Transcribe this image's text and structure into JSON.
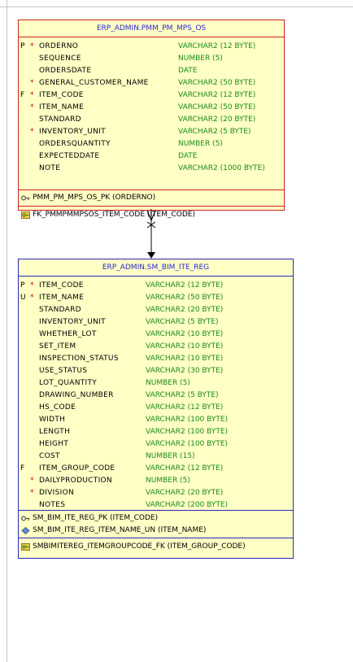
{
  "tables": [
    {
      "title": "ERP_ADMIN.PMM_PM_MPS_OS",
      "columns": [
        {
          "flag": "P",
          "mandatory": "*",
          "name": "ORDERNO",
          "type": "VARCHAR2 (12 BYTE)"
        },
        {
          "flag": "",
          "mandatory": "",
          "name": "SEQUENCE",
          "type": "NUMBER (5)"
        },
        {
          "flag": "",
          "mandatory": "",
          "name": "ORDERSDATE",
          "type": "DATE"
        },
        {
          "flag": "",
          "mandatory": "*",
          "name": "GENERAL_CUSTOMER_NAME",
          "type": "VARCHAR2 (50 BYTE)"
        },
        {
          "flag": "F",
          "mandatory": "*",
          "name": "ITEM_CODE",
          "type": "VARCHAR2 (12 BYTE)"
        },
        {
          "flag": "",
          "mandatory": "*",
          "name": "ITEM_NAME",
          "type": "VARCHAR2 (50 BYTE)"
        },
        {
          "flag": "",
          "mandatory": "",
          "name": "STANDARD",
          "type": "VARCHAR2 (20 BYTE)"
        },
        {
          "flag": "",
          "mandatory": "*",
          "name": "INVENTORY_UNIT",
          "type": "VARCHAR2 (5 BYTE)"
        },
        {
          "flag": "",
          "mandatory": "",
          "name": "ORDERSQUANTITY",
          "type": "NUMBER (5)"
        },
        {
          "flag": "",
          "mandatory": "",
          "name": "EXPECTEDDATE",
          "type": "DATE"
        },
        {
          "flag": "",
          "mandatory": "",
          "name": "NOTE",
          "type": "VARCHAR2 (1000 BYTE)"
        }
      ],
      "keys": [
        {
          "icon": "primary-key-icon",
          "text": "PMM_PM_MPS_OS_PK (ORDERNO)"
        }
      ],
      "foreign_keys": [
        {
          "icon": "foreign-key-icon",
          "text": "FK_PMMPMMPSOS_ITEM_CODE (ITEM_CODE)"
        }
      ]
    },
    {
      "title": "ERP_ADMIN.SM_BIM_ITE_REG",
      "columns": [
        {
          "flag": "P",
          "mandatory": "*",
          "name": "ITEM_CODE",
          "type": "VARCHAR2 (12 BYTE)"
        },
        {
          "flag": "U",
          "mandatory": "*",
          "name": "ITEM_NAME",
          "type": "VARCHAR2 (50 BYTE)"
        },
        {
          "flag": "",
          "mandatory": "",
          "name": "STANDARD",
          "type": "VARCHAR2 (20 BYTE)"
        },
        {
          "flag": "",
          "mandatory": "",
          "name": "INVENTORY_UNIT",
          "type": "VARCHAR2 (5 BYTE)"
        },
        {
          "flag": "",
          "mandatory": "",
          "name": "WHETHER_LOT",
          "type": "VARCHAR2 (10 BYTE)"
        },
        {
          "flag": "",
          "mandatory": "",
          "name": "SET_ITEM",
          "type": "VARCHAR2 (10 BYTE)"
        },
        {
          "flag": "",
          "mandatory": "",
          "name": "INSPECTION_STATUS",
          "type": "VARCHAR2 (10 BYTE)"
        },
        {
          "flag": "",
          "mandatory": "",
          "name": "USE_STATUS",
          "type": "VARCHAR2 (30 BYTE)"
        },
        {
          "flag": "",
          "mandatory": "",
          "name": "LOT_QUANTITY",
          "type": "NUMBER (5)"
        },
        {
          "flag": "",
          "mandatory": "",
          "name": "DRAWING_NUMBER",
          "type": "VARCHAR2 (5 BYTE)"
        },
        {
          "flag": "",
          "mandatory": "",
          "name": "HS_CODE",
          "type": "VARCHAR2 (12 BYTE)"
        },
        {
          "flag": "",
          "mandatory": "",
          "name": "WIDTH",
          "type": "VARCHAR2 (100 BYTE)"
        },
        {
          "flag": "",
          "mandatory": "",
          "name": "LENGTH",
          "type": "VARCHAR2 (100 BYTE)"
        },
        {
          "flag": "",
          "mandatory": "",
          "name": "HEIGHT",
          "type": "VARCHAR2 (100 BYTE)"
        },
        {
          "flag": "",
          "mandatory": "",
          "name": "COST",
          "type": "NUMBER (15)"
        },
        {
          "flag": "F",
          "mandatory": "",
          "name": "ITEM_GROUP_CODE",
          "type": "VARCHAR2 (12 BYTE)"
        },
        {
          "flag": "",
          "mandatory": "*",
          "name": "DAILYPRODUCTION",
          "type": "NUMBER (5)"
        },
        {
          "flag": "",
          "mandatory": "*",
          "name": "DIVISION",
          "type": "VARCHAR2 (20 BYTE)"
        },
        {
          "flag": "",
          "mandatory": "",
          "name": "NOTES",
          "type": "VARCHAR2 (200 BYTE)"
        }
      ],
      "keys": [
        {
          "icon": "primary-key-icon",
          "text": "SM_BIM_ITE_REG_PK (ITEM_CODE)"
        },
        {
          "icon": "unique-key-icon",
          "text": "SM_BIM_ITE_REG_ITEM_NAME_UN (ITEM_NAME)"
        }
      ],
      "foreign_keys": [
        {
          "icon": "foreign-key-icon",
          "text": "SMBIMITEREG_ITEMGROUPCODE_FK (ITEM_GROUP_CODE)"
        }
      ]
    }
  ],
  "relationship": {
    "from": "ERP_ADMIN.PMM_PM_MPS_OS",
    "to": "ERP_ADMIN.SM_BIM_ITE_REG",
    "notation": "many-to-one"
  },
  "colors": {
    "entity_fill": "#ffffc6",
    "table1_border": "#cc2222",
    "table2_border": "#2b2bb8",
    "title_text": "#2a2ad0",
    "type_text": "#1a8a1a",
    "mandatory_mark": "#cc0000"
  }
}
